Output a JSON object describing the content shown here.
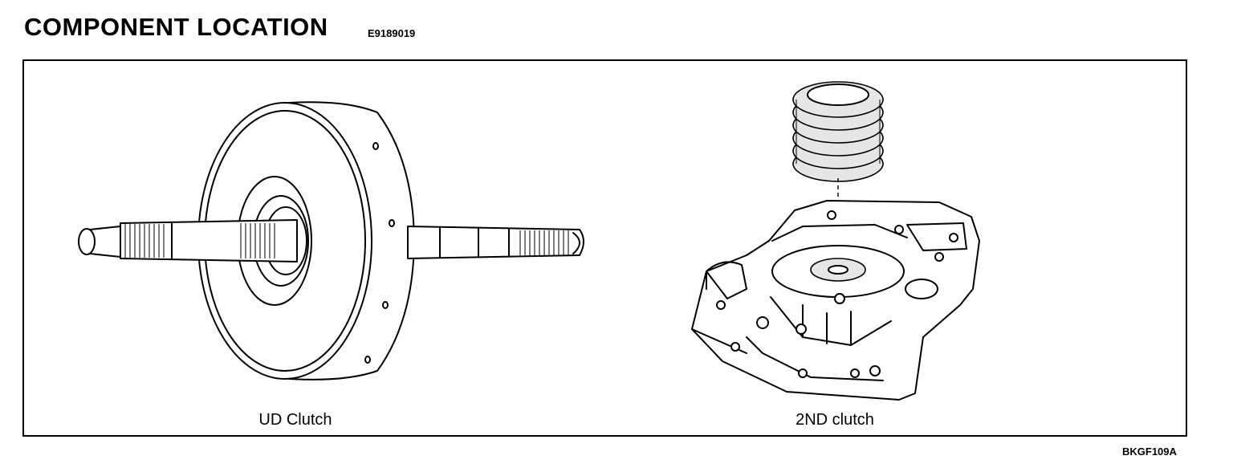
{
  "header": {
    "title": "COMPONENT LOCATION",
    "code": "E9189019"
  },
  "figures": {
    "ud": {
      "caption": "UD Clutch"
    },
    "second": {
      "caption": "2ND clutch"
    }
  },
  "footer": {
    "ref": "BKGF109A"
  }
}
